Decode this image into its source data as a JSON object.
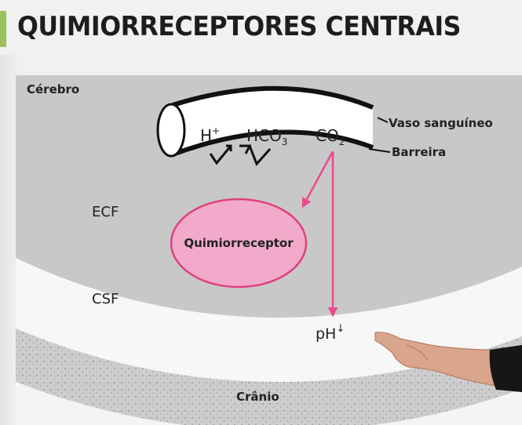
{
  "header": {
    "title": "QUIMIORRECEPTORES CENTRAIS"
  },
  "diagram": {
    "region_brain": "Cérebro",
    "vessel_label": "Vaso sanguíneo",
    "barrier_label": "Barreira",
    "ion_h_base": "H",
    "ion_h_sup": "+",
    "ion_hco3_base": "HCO",
    "ion_hco3_sub": "3",
    "ion_hco3_sup": "−",
    "ion_co2_base": "CO",
    "ion_co2_sub": "2",
    "ecf_label": "ECF",
    "chemoreceptor_label": "Quimiorreceptor",
    "csf_label": "CSF",
    "ph_label": "pH",
    "ph_arrow": "↓",
    "skull_label": "Crânio"
  },
  "colors": {
    "brain_gray": "#c8c8c8",
    "csf_white": "#f7f7f7",
    "skull_gray": "#cdcdcd",
    "receptor_fill": "#f2aacb",
    "receptor_stroke": "#e0407f",
    "arrow_pink": "#ec4a8c"
  }
}
